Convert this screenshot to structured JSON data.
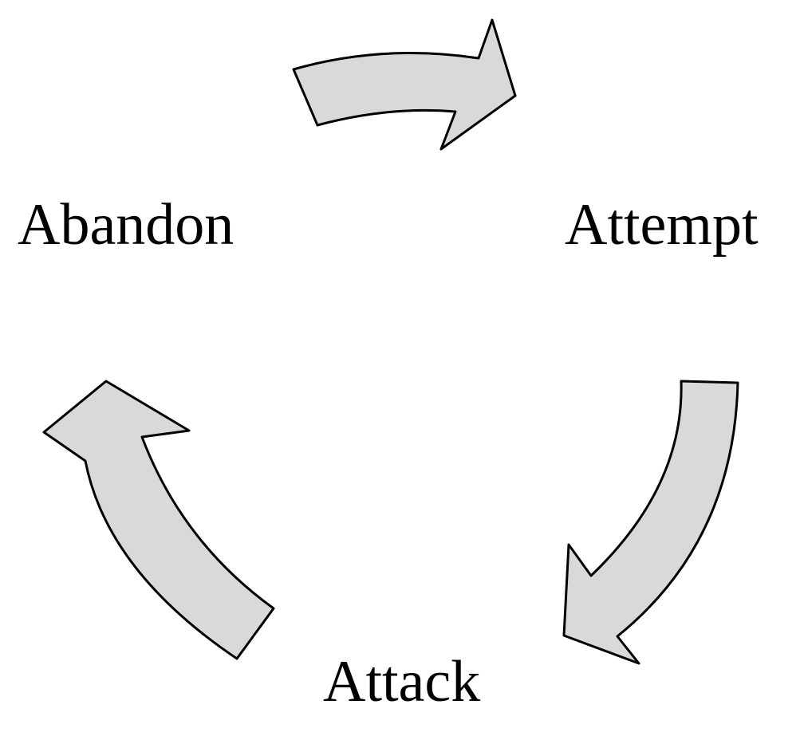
{
  "diagram": {
    "stages": [
      {
        "label": "Abandon"
      },
      {
        "label": "Attempt"
      },
      {
        "label": "Attack"
      }
    ],
    "colors": {
      "arrow_fill": "#d9d9d9",
      "arrow_stroke": "#000000",
      "text": "#000000"
    },
    "icons": [
      "curved-arrow-icon"
    ]
  }
}
